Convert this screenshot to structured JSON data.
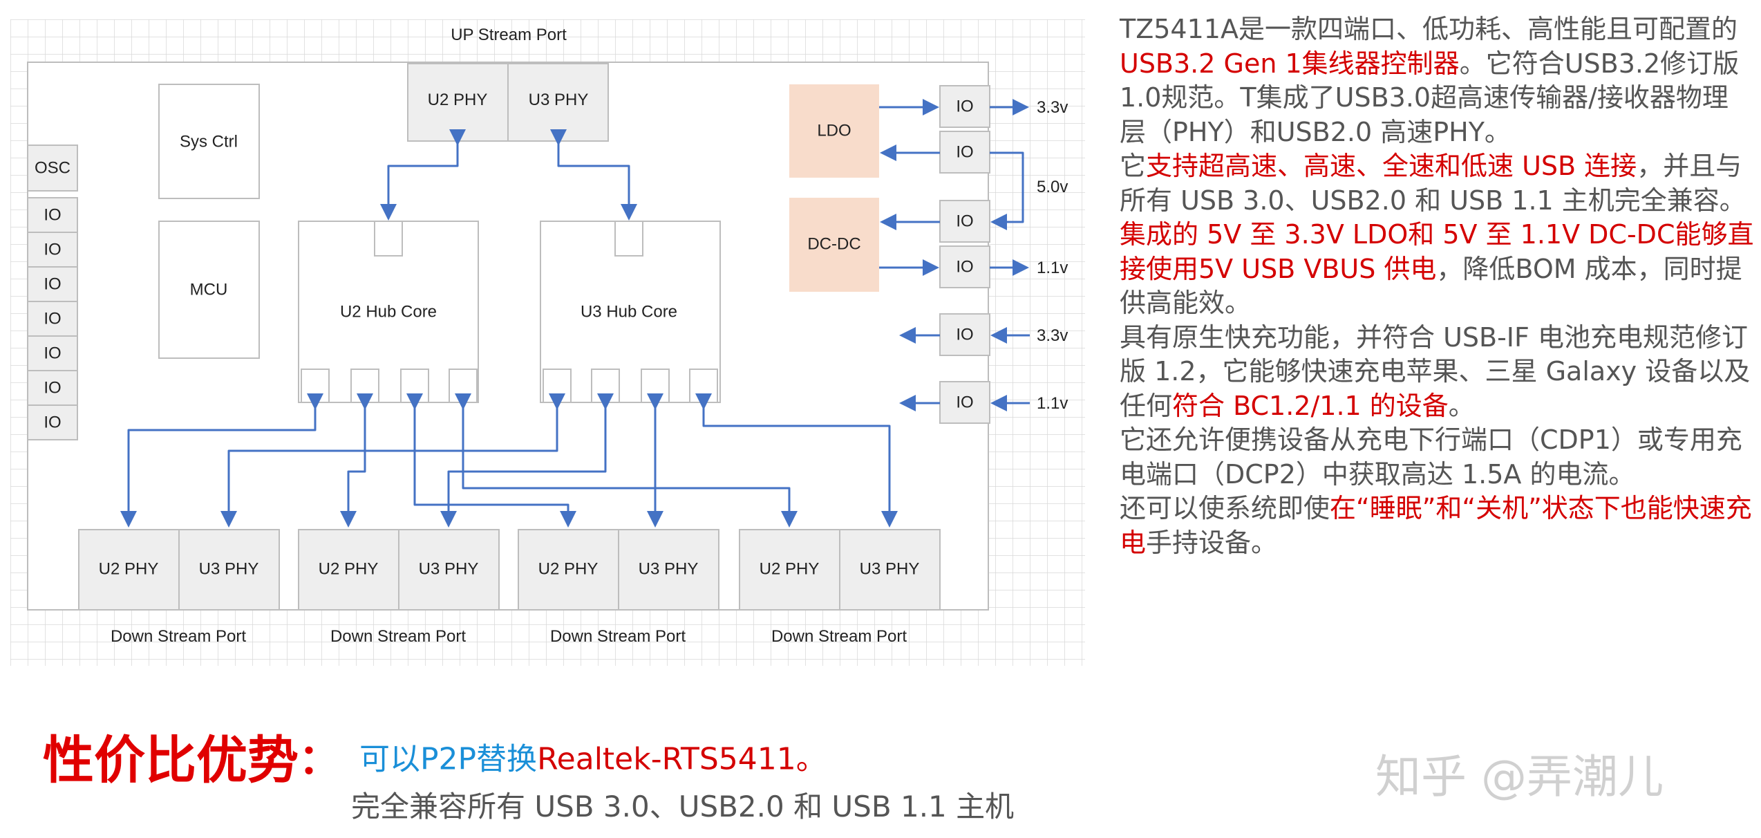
{
  "diagram": {
    "upstream_label": "UP Stream Port",
    "osc": "OSC",
    "io": "IO",
    "sys_ctrl": "Sys Ctrl",
    "mcu": "MCU",
    "u2_phy": "U2 PHY",
    "u3_phy": "U3 PHY",
    "u2_hub_core": "U2 Hub Core",
    "u3_hub_core": "U3 Hub Core",
    "ldo": "LDO",
    "dcdc": "DC-DC",
    "v33": "3.3v",
    "v50": "5.0v",
    "v11": "1.1v",
    "downstream_label": "Down Stream Port",
    "colors": {
      "block_fill": "#eeeeee",
      "block_stroke": "#bdbdbd",
      "power_fill": "#f8dccb",
      "arrow": "#4472c4",
      "grid": "#d9d9d9"
    }
  },
  "description": {
    "p1": [
      {
        "t": "TZ5411A是一款四端口、低功耗、高性能且可配置的",
        "red": false
      },
      {
        "t": "USB3.2 Gen 1集线器控制器",
        "red": true
      },
      {
        "t": "。它符合USB3.2修订版1.0规范。T集成了USB3.0超高速传输器/接收器物理层（PHY）和USB2.0 高速PHY。",
        "red": false
      }
    ],
    "p2": [
      {
        "t": "它",
        "red": false
      },
      {
        "t": "支持超高速、高速、全速和低速 USB 连接",
        "red": true
      },
      {
        "t": "，并且与所有 USB 3.0、USB2.0 和 USB 1.1 主机完全兼容。",
        "red": false
      }
    ],
    "p3": [
      {
        "t": "集成的 5V 至 3.3V LDO和 5V 至 1.1V DC-DC能够直接使用5V USB VBUS 供电",
        "red": true
      },
      {
        "t": "，降低BOM 成本，同时提供高能效。",
        "red": false
      }
    ],
    "p4": [
      {
        "t": "具有原生快充功能，并符合 USB-IF 电池充电规范修订版 1.2，它能够快速充电苹果、三星 Galaxy 设备以及任何",
        "red": false
      },
      {
        "t": "符合 BC1.2/1.1 的设备",
        "red": true
      },
      {
        "t": "。",
        "red": false
      }
    ],
    "p5": [
      {
        "t": "它还允许便携设备从充电下行端口（CDP1）或专用充电端口（DCP2）中获取高达 1.5A 的电流。",
        "red": false
      }
    ],
    "p6": [
      {
        "t": "还可以使系统即使",
        "red": false
      },
      {
        "t": "在“睡眠”和“关机”状态下也能快速充电",
        "red": true
      },
      {
        "t": "手持设备。",
        "red": false
      }
    ]
  },
  "advantage": {
    "title": "性价比优势",
    "colon": "：",
    "line1_blue": "可以P2P替换",
    "line1_red": "Realtek-RTS5411。",
    "line2": "完全兼容所有 USB 3.0、USB2.0 和 USB 1.1 主机"
  },
  "watermark": "知乎 @弄潮儿"
}
